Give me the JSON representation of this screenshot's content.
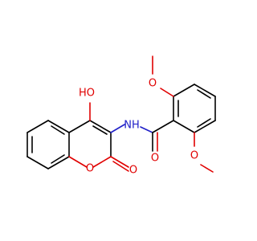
{
  "molecule": {
    "colors": {
      "bond": "#000000",
      "oxygen": "#e00000",
      "nitrogen": "#2020c8",
      "background": "#ffffff"
    },
    "labels": {
      "hydroxyl": "HO",
      "amide_nh": "NH",
      "ring_oxygen": "O",
      "lactone_carbonyl_o": "O",
      "amide_carbonyl_o": "O",
      "methoxy_top_o": "O",
      "methoxy_bottom_o": "O"
    }
  }
}
